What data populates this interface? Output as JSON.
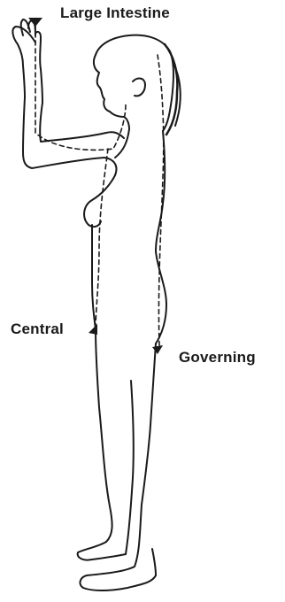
{
  "diagram": {
    "subject": "standing human figure, side view, one arm raised",
    "labels": {
      "large_intestine": "Large Intestine",
      "central": "Central",
      "governing": "Governing"
    },
    "ink_color": "#1a1a1a",
    "background_color": "#ffffff"
  }
}
